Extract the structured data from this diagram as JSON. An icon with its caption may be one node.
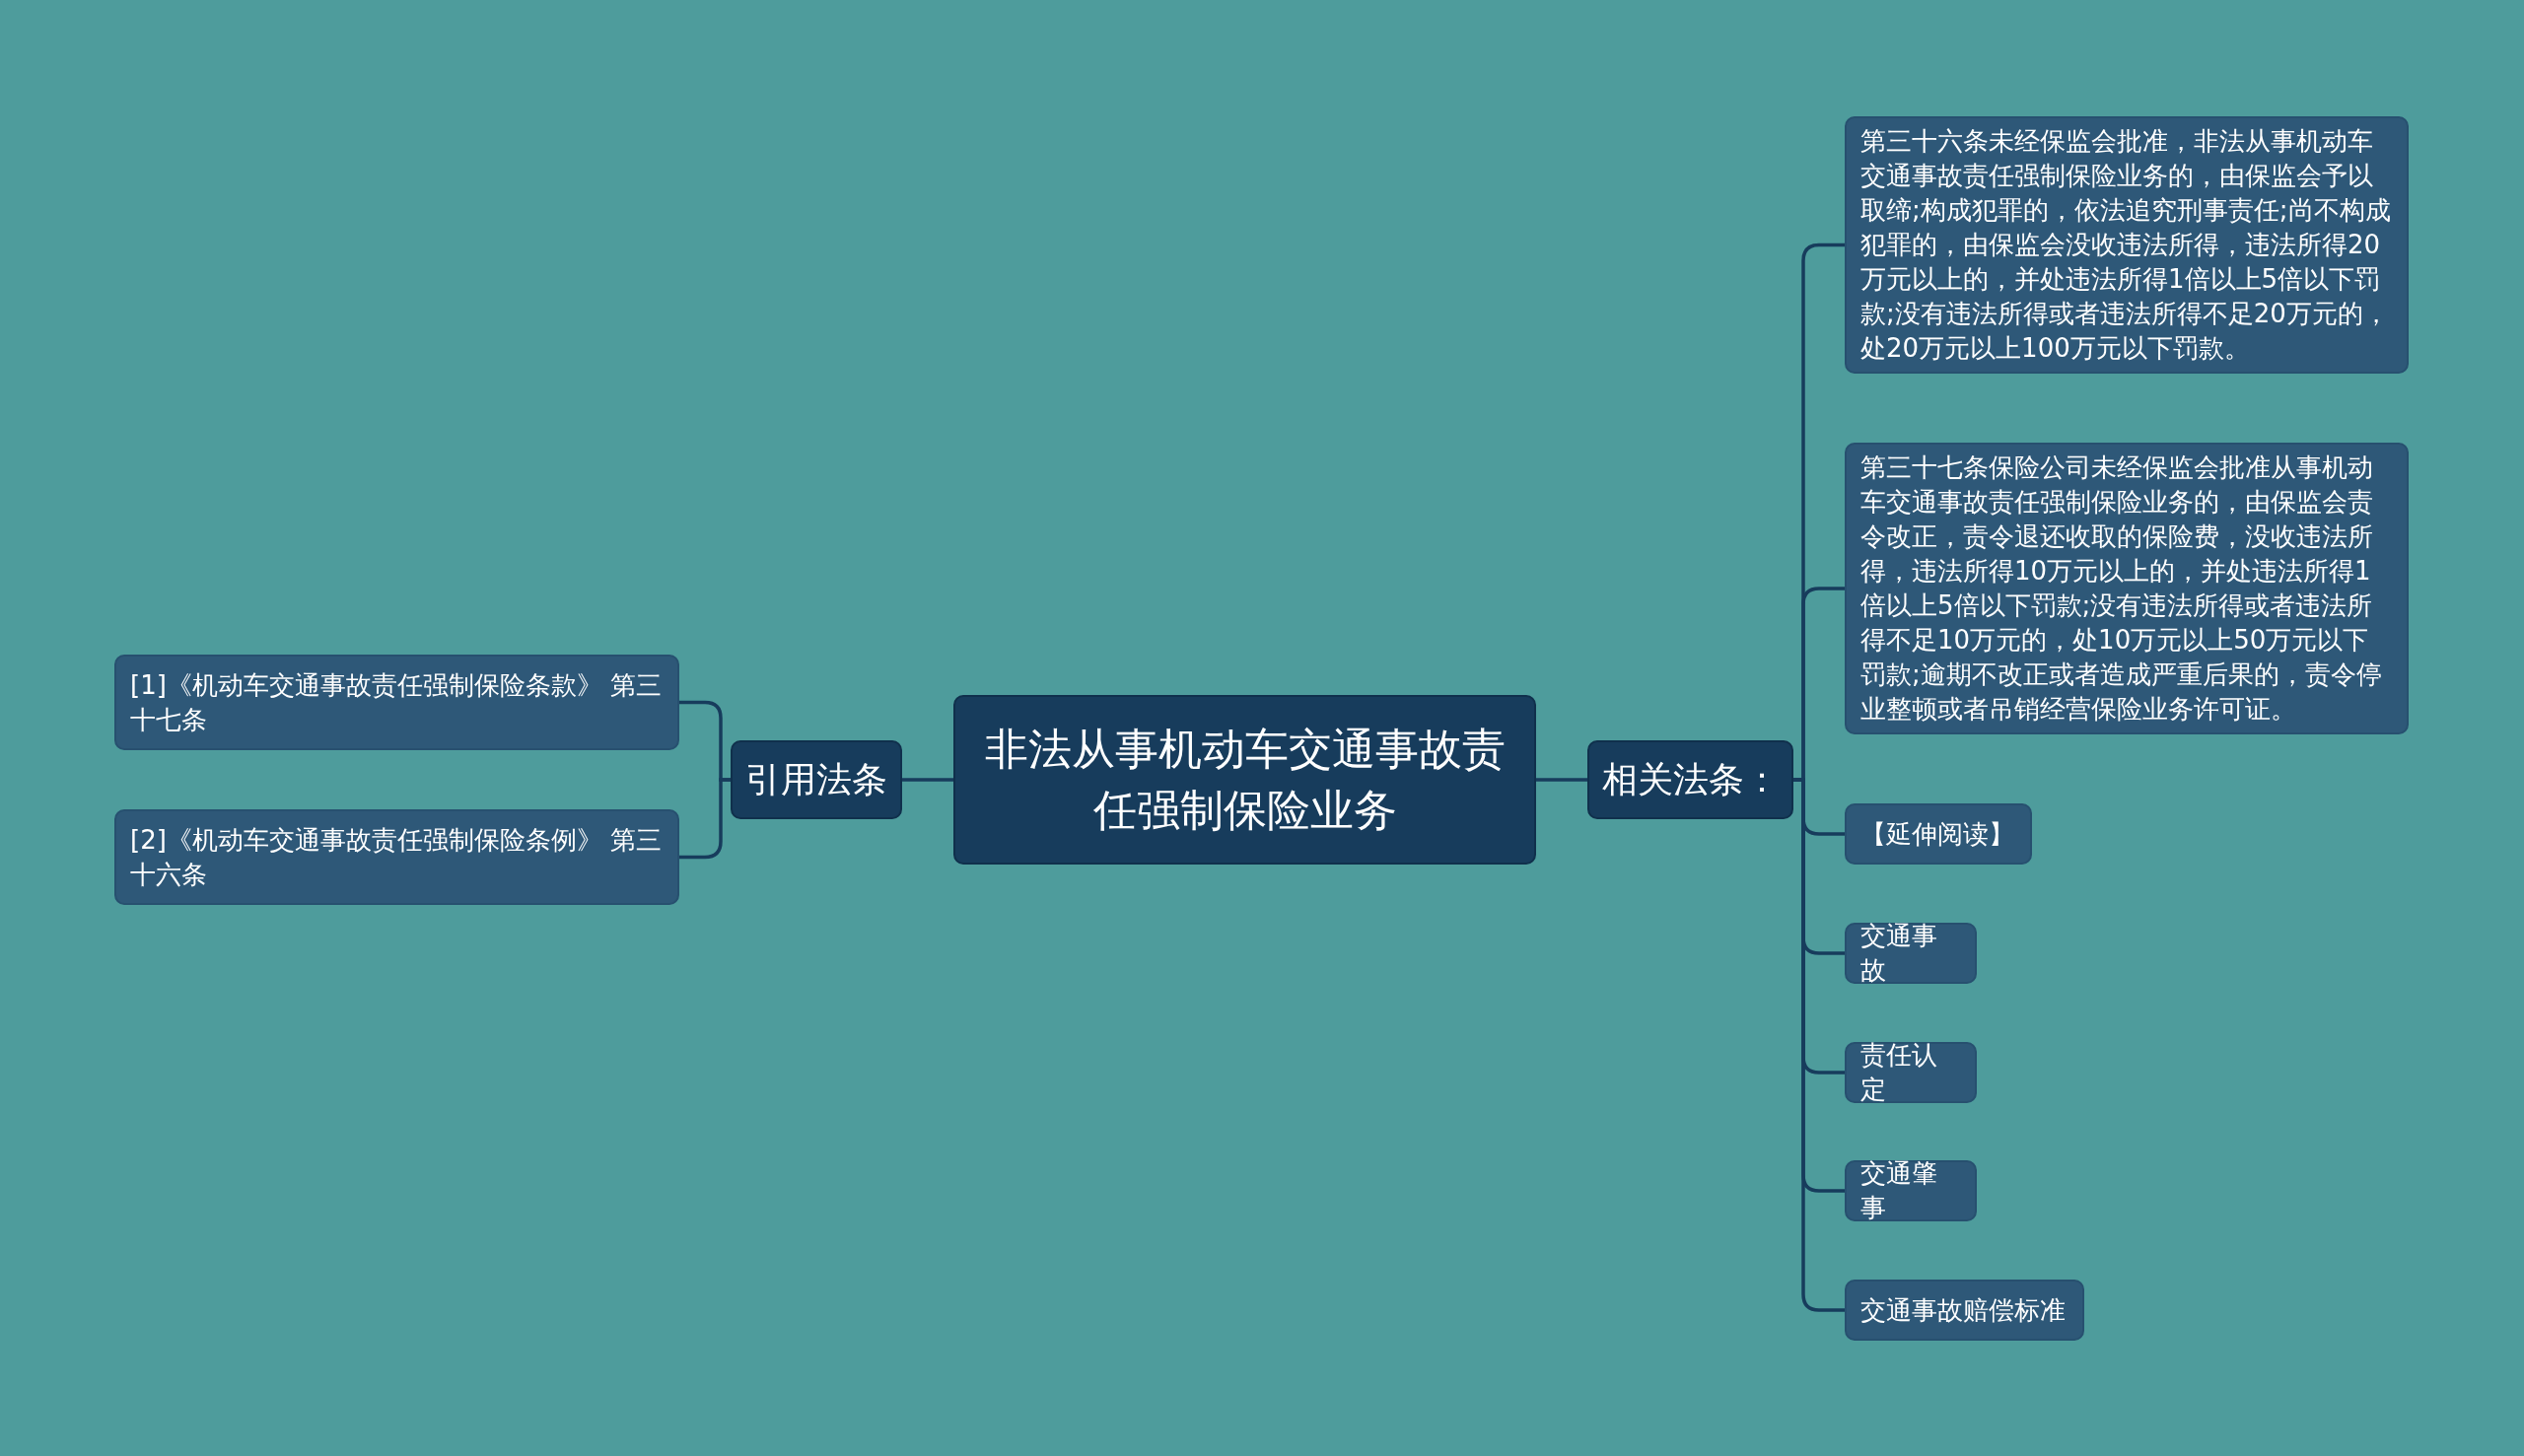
{
  "diagram": {
    "nodes": [
      {
        "text": [
          "非法从事机动车交通事故责任强制保险业务"
        ]
      },
      {
        "text": [
          "引用法条"
        ]
      },
      {
        "text": [
          "[1]《机动车交通事故责任强制保险条款》 第三十七条"
        ]
      },
      {
        "text": [
          "[2]《机动车交通事故责任强制保险条例》 第三十六条"
        ]
      },
      {
        "text": [
          "相关法条："
        ]
      },
      {
        "text": [
          "第三十六条未经保监会批准，非法从事机动车交通事故责任强制保险业务的，由保监会予以取缔;构成犯罪的，依法追究刑事责任;尚不构成犯罪的，由保监会没收违法所得，违法所得20万元以上的，并处违法所得1倍以上5倍以下罚款;没有违法所得或者违法所得不足20万元的，处20万元以上100万元以下罚款。"
        ]
      },
      {
        "text": [
          "第三十七条保险公司未经保监会批准从事机动车交通事故责任强制保险业务的，由保监会责令改正，责令退还收取的保险费，没收违法所得，违法所得10万元以上的，并处违法所得1倍以上5倍以下罚款;没有违法所得或者违法所得不足10万元的，处10万元以上50万元以下罚款;逾期不改正或者造成严重后果的，责令停业整顿或者吊销经营保险业务许可证。"
        ]
      },
      {
        "text": [
          "【延伸阅读】"
        ]
      },
      {
        "text": [
          "交通事故"
        ]
      },
      {
        "text": [
          "责任认定"
        ]
      },
      {
        "text": [
          "交通肇事"
        ]
      },
      {
        "text": [
          "交通事故赔偿标准"
        ]
      }
    ],
    "edges": [
      {
        "from": 0,
        "to": 1,
        "arrow": "none"
      },
      {
        "from": 1,
        "to": 2,
        "arrow": "none"
      },
      {
        "from": 1,
        "to": 3,
        "arrow": "none"
      },
      {
        "from": 0,
        "to": 4,
        "arrow": "none"
      },
      {
        "from": 4,
        "to": 5,
        "arrow": "none"
      },
      {
        "from": 4,
        "to": 6,
        "arrow": "none"
      },
      {
        "from": 4,
        "to": 7,
        "arrow": "none"
      },
      {
        "from": 4,
        "to": 8,
        "arrow": "none"
      },
      {
        "from": 4,
        "to": 9,
        "arrow": "none"
      },
      {
        "from": 4,
        "to": 10,
        "arrow": "none"
      },
      {
        "from": 4,
        "to": 11,
        "arrow": "none"
      }
    ]
  }
}
